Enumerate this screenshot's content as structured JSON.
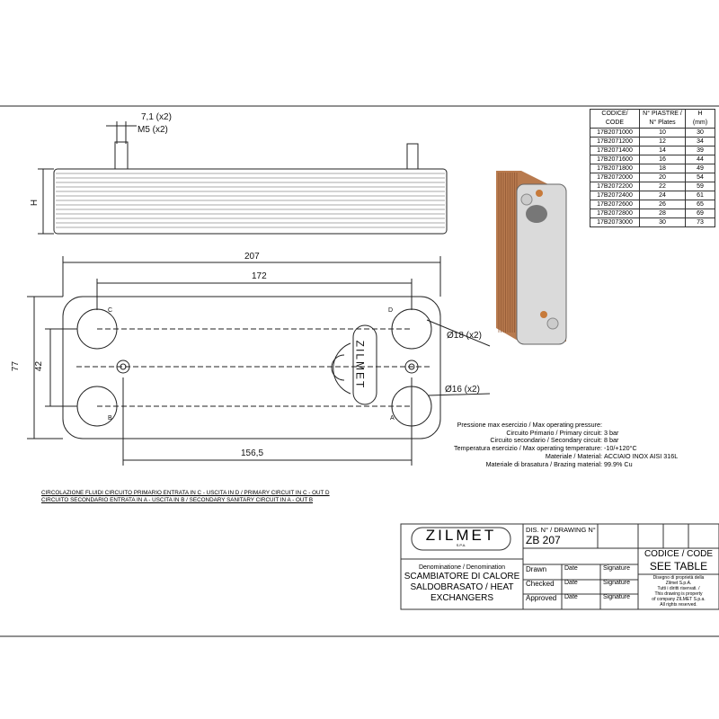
{
  "dimensions": {
    "port_thread_width": "7,1 (x2)",
    "port_thread": "M5 (x2)",
    "height_label": "H",
    "overall_length": "207",
    "port_spacing": "172",
    "overall_width": "77",
    "port_vertical_spacing": "42",
    "bolt_spacing": "156,5",
    "large_port_dia": "Ø18 (x2)",
    "small_port_dia": "Ø16 (x2)"
  },
  "port_labels": [
    "C",
    "D",
    "B",
    "A"
  ],
  "logo_text": "ZILMET",
  "code_table": {
    "headers": [
      [
        "CODICE/",
        "CODE"
      ],
      [
        "N° PIASTRE /",
        "N° Plates"
      ],
      [
        "H",
        "(mm)"
      ]
    ],
    "rows": [
      [
        "17B2071000",
        "10",
        "30"
      ],
      [
        "17B2071200",
        "12",
        "34"
      ],
      [
        "17B2071400",
        "14",
        "39"
      ],
      [
        "17B2071600",
        "16",
        "44"
      ],
      [
        "17B2071800",
        "18",
        "49"
      ],
      [
        "17B2072000",
        "20",
        "54"
      ],
      [
        "17B2072200",
        "22",
        "59"
      ],
      [
        "17B2072400",
        "24",
        "61"
      ],
      [
        "17B2072600",
        "26",
        "65"
      ],
      [
        "17B2072800",
        "28",
        "69"
      ],
      [
        "17B2073000",
        "30",
        "73"
      ]
    ]
  },
  "specs": [
    [
      "Pressione max esercizio / Max operating pressure:",
      ""
    ],
    [
      "Circuito Primario / Primary circuit:",
      "3 bar"
    ],
    [
      "Circuito secondario / Secondary circuit:",
      "8 bar"
    ],
    [
      "Temperatura esercizio / Max operating temperature:",
      "-10/+120°C"
    ],
    [
      "Materiale / Material:",
      "ACCIAIO INOX AISI 316L"
    ],
    [
      "Materiale di brasatura / Brazing material:",
      "99.9% Cu"
    ]
  ],
  "circulation": [
    "CIRCOLAZIONE FLUIDI CIRCUITO PRIMARIO ENTRATA IN C - USCITA IN D / PRIMARY CIRCUIT IN C - OUT D",
    "CIRCUITO SECONDARIO ENTRATA IN A - USCITA IN B / SECONDARY SANITARY CIRCUIT IN A - OUT B"
  ],
  "title_block": {
    "company": "ZILMET",
    "company_sub": "S.P.A.",
    "drawing_label": "DIS. N° / DRAWING N°",
    "drawing_number": "ZB 207",
    "denomination_label": "Denominatione / Denomination",
    "denomination": [
      "SCAMBIATORE DI CALORE",
      "SALDOBRASATO / HEAT",
      "EXCHANGERS"
    ],
    "roles": [
      [
        "Drawn",
        "Date",
        "Signature"
      ],
      [
        "Checked",
        "Date",
        "Signature"
      ],
      [
        "Approved",
        "Date",
        "Signature"
      ]
    ],
    "code_label": "CODICE / CODE",
    "code_value": "SEE TABLE",
    "rights_it": [
      "Disegno di proprietà della",
      "Zilmet S.p.A.",
      "Tutti i diritti riservati. /"
    ],
    "rights_en": [
      "This drawing is property",
      "of company ZILMET S.p.a.",
      "All rights reserved."
    ]
  }
}
